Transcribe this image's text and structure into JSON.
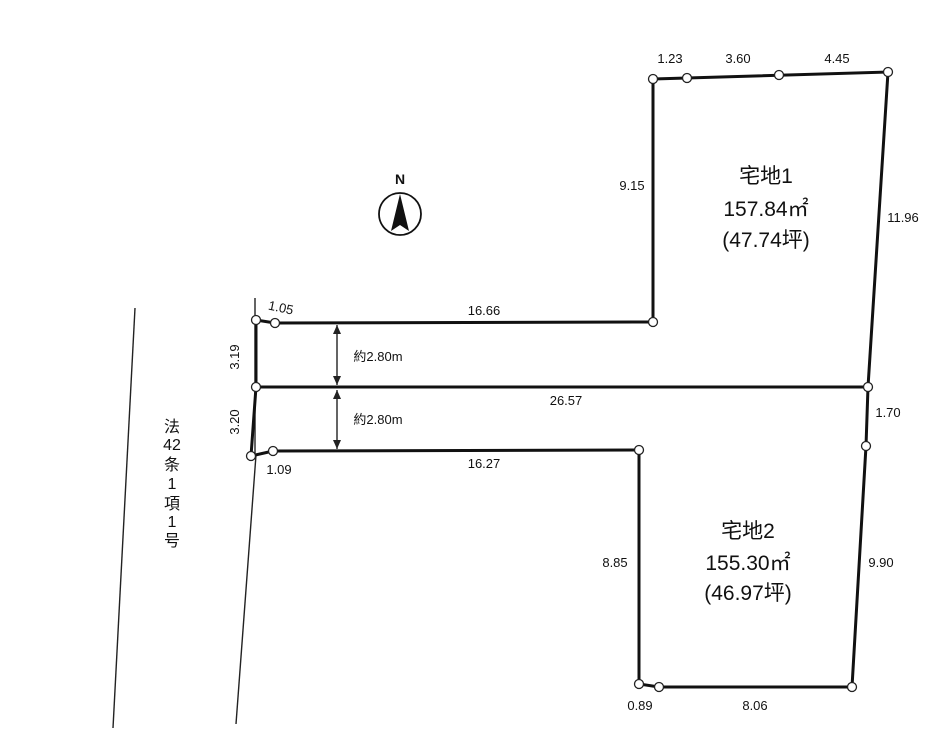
{
  "lots": [
    {
      "name": "宅地1",
      "area_m2": "157.84㎡",
      "area_tsubo": "(47.74坪)"
    },
    {
      "name": "宅地2",
      "area_m2": "155.30㎡",
      "area_tsubo": "(46.97坪)"
    }
  ],
  "road_label": [
    "法",
    "42",
    "条",
    "1",
    "項",
    "1",
    "号"
  ],
  "north_label": "N",
  "dimensions": {
    "top_a": "1.23",
    "top_b": "3.60",
    "top_c": "4.45",
    "lot1_west": "9.15",
    "lot1_east": "11.96",
    "corner_top": "1.05",
    "driveway_north": "16.66",
    "west_top": "3.19",
    "west_bottom": "3.20",
    "center_line": "26.57",
    "east_jog": "1.70",
    "corner_bottom": "1.09",
    "driveway_south": "16.27",
    "lot2_west": "8.85",
    "lot2_east": "9.90",
    "bottom_a": "0.89",
    "bottom_b": "8.06"
  },
  "widths": {
    "upper": "約2.80m",
    "lower": "約2.80m"
  }
}
